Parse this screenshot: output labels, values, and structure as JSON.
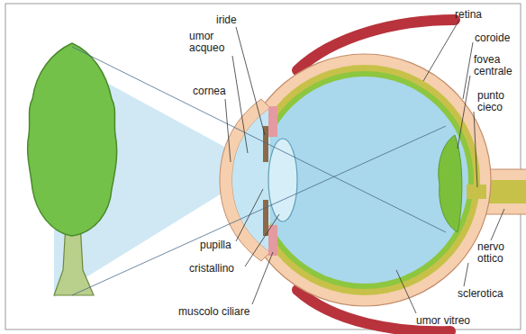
{
  "diagram": {
    "labels": [
      "iride",
      "umor acqueo",
      "cornea",
      "pupilla",
      "cristallino",
      "muscolo ciliare",
      "retina",
      "coroide",
      "fovea centrale",
      "punto cieco",
      "nervo ottico",
      "sclerotica",
      "umor vitreo"
    ]
  }
}
